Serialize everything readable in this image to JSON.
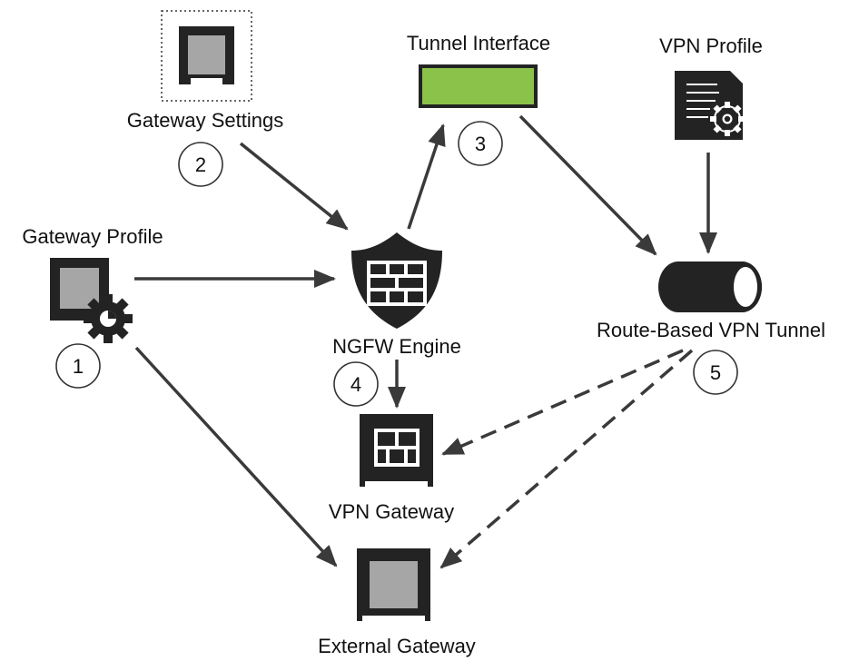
{
  "nodes": {
    "gateway_settings": {
      "label": "Gateway Settings",
      "step": "2"
    },
    "tunnel_interface": {
      "label": "Tunnel Interface",
      "step": "3"
    },
    "vpn_profile": {
      "label": "VPN Profile"
    },
    "gateway_profile": {
      "label": "Gateway Profile",
      "step": "1"
    },
    "ngfw_engine": {
      "label": "NGFW Engine",
      "step": "4"
    },
    "route_based_vpn_tunnel": {
      "label": "Route-Based VPN Tunnel",
      "step": "5"
    },
    "vpn_gateway": {
      "label": "VPN Gateway"
    },
    "external_gateway": {
      "label": "External Gateway"
    }
  },
  "colors": {
    "icon_dark": "#232323",
    "icon_fill_gray": "#a6a6a6",
    "tunnel_interface_green": "#8bc34a",
    "edge": "#3a3a3a"
  },
  "icons": {
    "gateway_settings": "gateway-frame-icon",
    "tunnel_interface": "interface-rectangle-icon",
    "vpn_profile": "document-gear-icon",
    "gateway_profile": "gateway-gear-icon",
    "ngfw_engine": "firewall-shield-icon",
    "route_based_vpn_tunnel": "tunnel-cylinder-icon",
    "vpn_gateway": "firewall-gateway-icon",
    "external_gateway": "gateway-frame-icon"
  }
}
